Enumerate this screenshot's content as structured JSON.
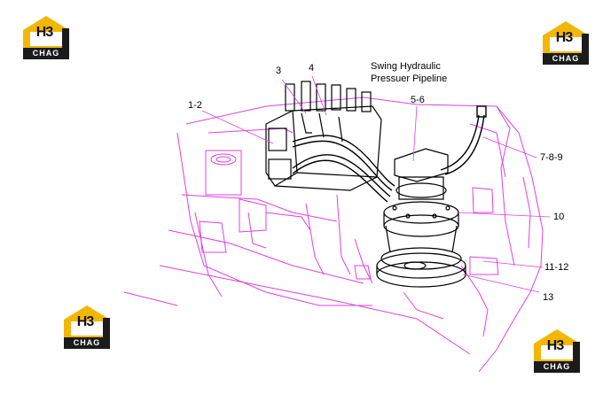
{
  "diagram": {
    "title_lines": [
      "Swing Hydraulic",
      "Pressuer Pipeline"
    ],
    "callouts": {
      "c12": "1-2",
      "c3": "3",
      "c4": "4",
      "c56": "5-6",
      "c789": "7-8-9",
      "c10": "10",
      "c1112": "11-12",
      "c13": "13"
    },
    "colors": {
      "frame": "#e040e0",
      "parts": "#000000",
      "logo_accent": "#f2b705",
      "logo_dark": "#1b1b1b"
    }
  },
  "logos": [
    {
      "top": "H3",
      "bottom": "CHAG"
    },
    {
      "top": "H3",
      "bottom": "CHAG"
    },
    {
      "top": "H3",
      "bottom": "CHAG"
    },
    {
      "top": "H3",
      "bottom": "CHAG"
    }
  ]
}
